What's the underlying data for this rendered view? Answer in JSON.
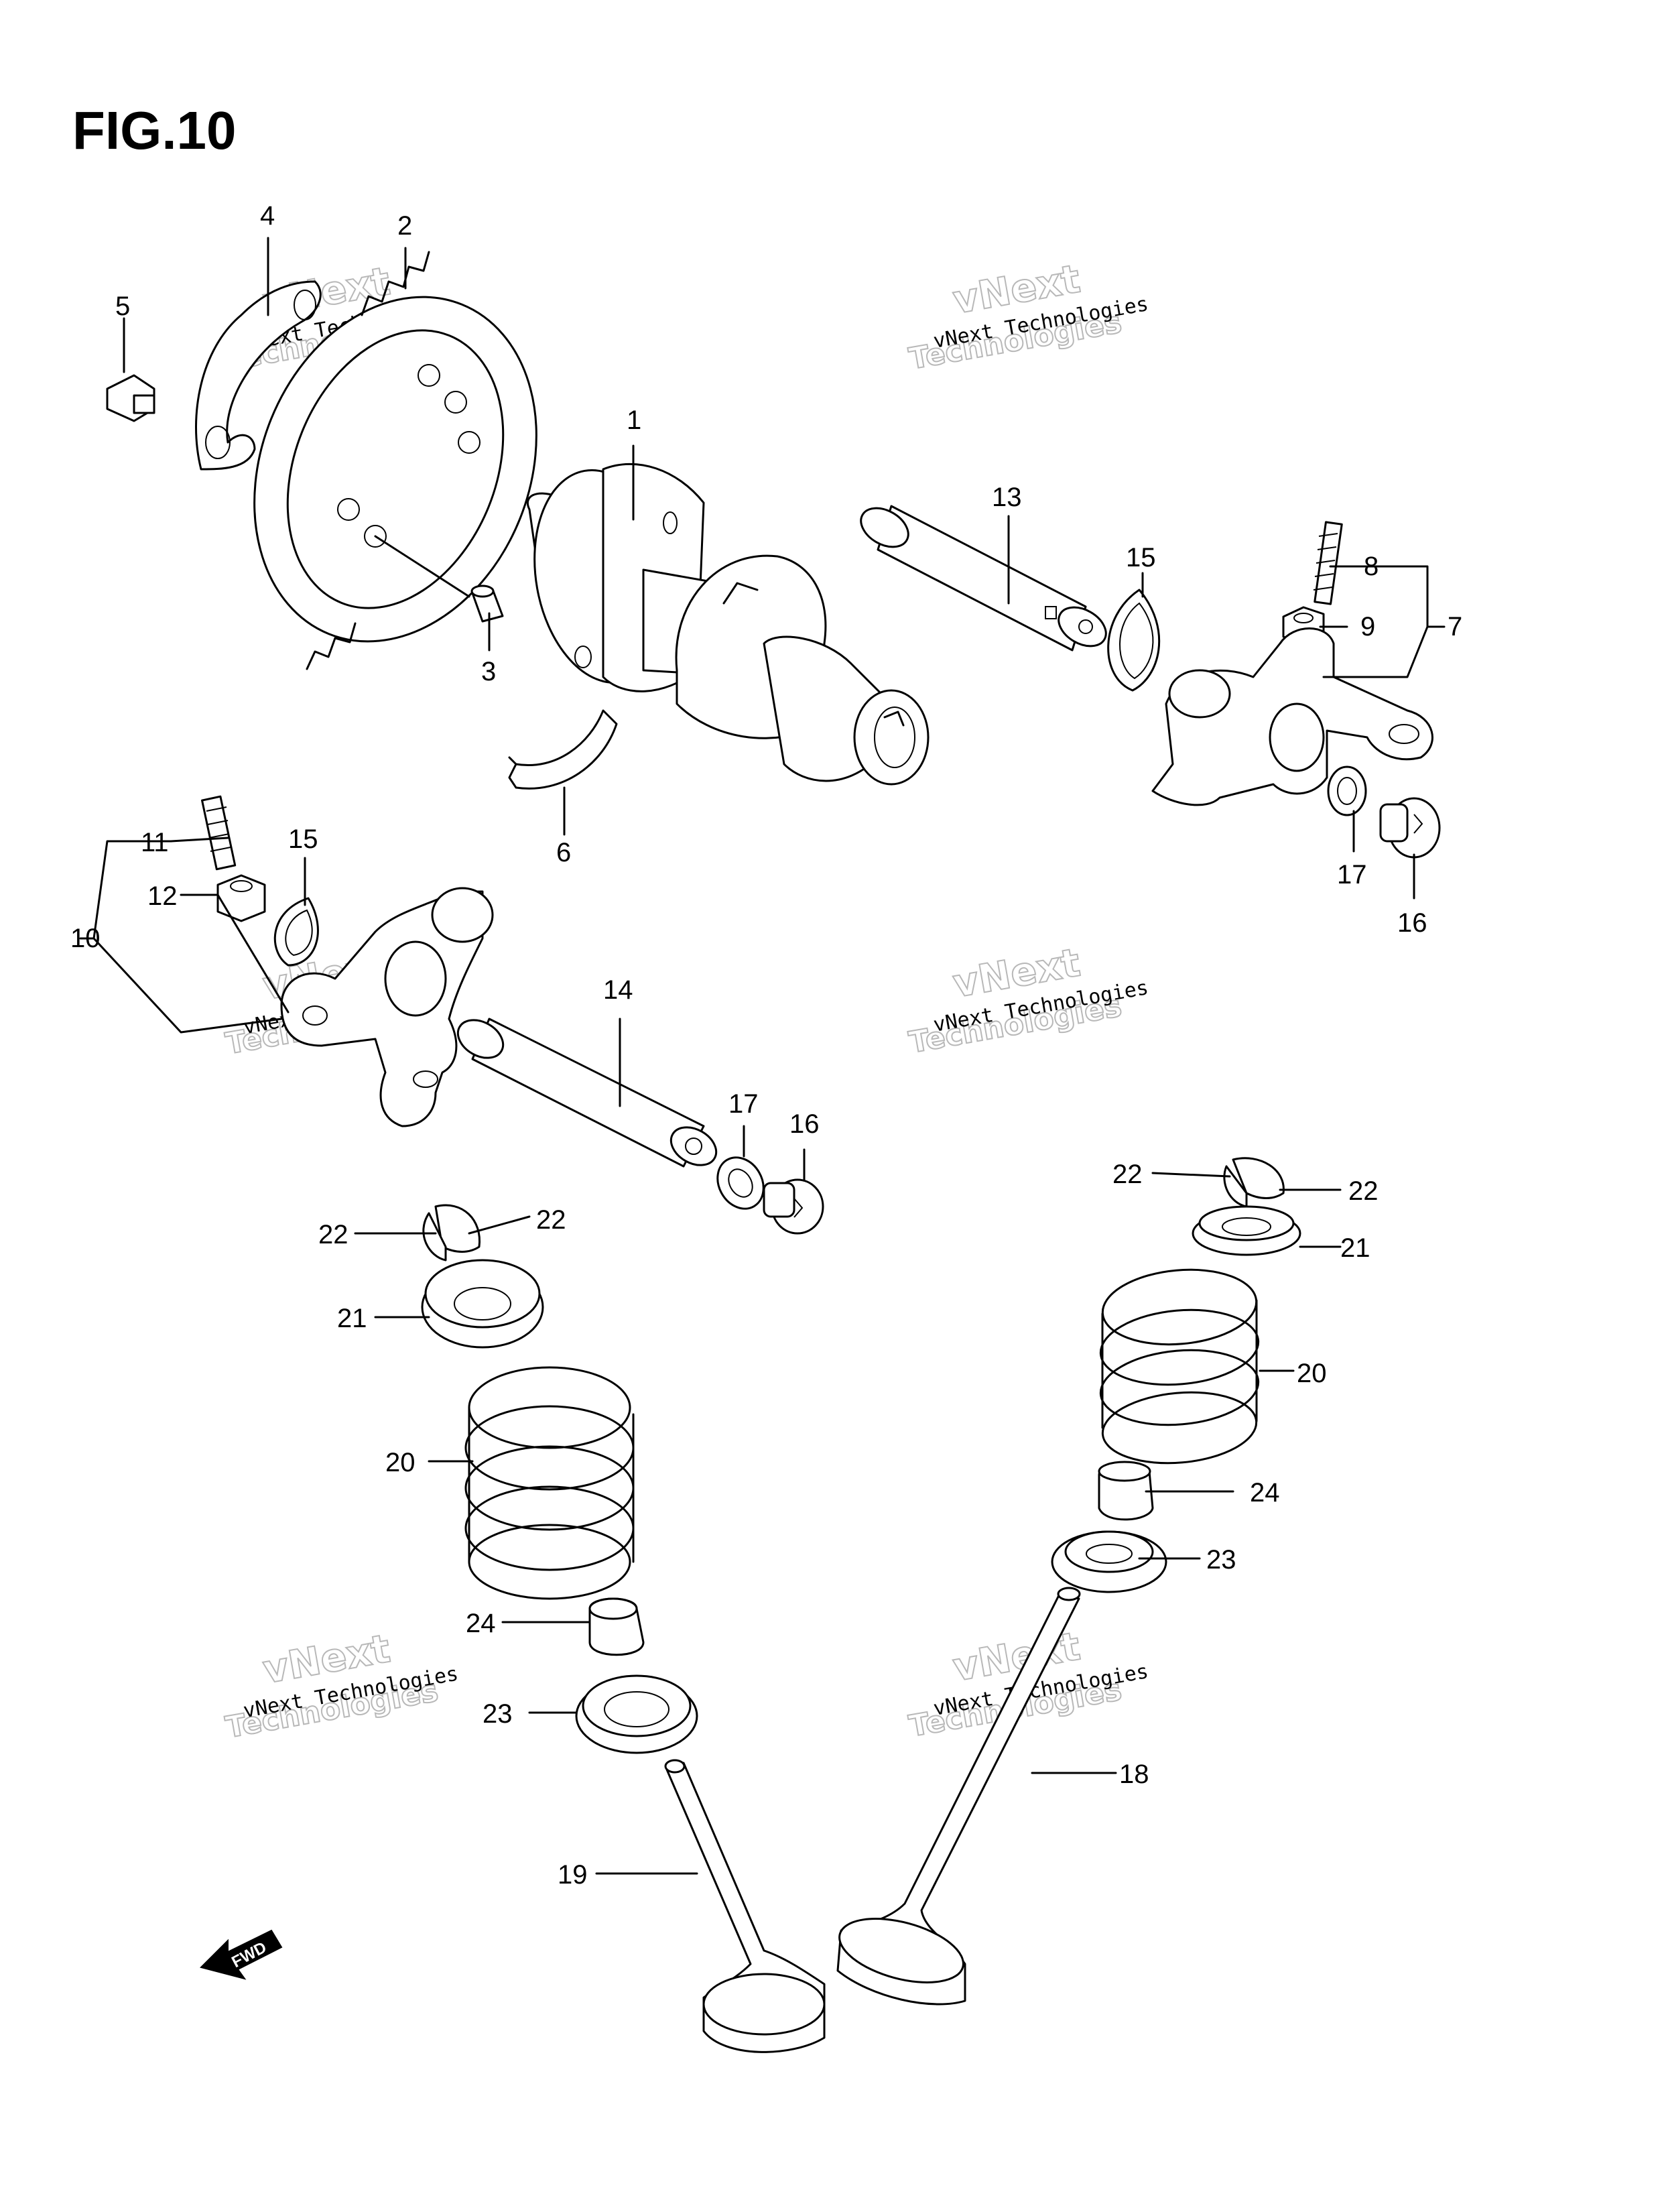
{
  "figure": {
    "title": "FIG.10"
  },
  "watermark": {
    "line1": "vNext Technologies",
    "line2": "vNext",
    "line3": "Technologies"
  },
  "fwd_label": "FWD",
  "labels": {
    "l1": "1",
    "l2": "2",
    "l3": "3",
    "l4": "4",
    "l5": "5",
    "l6": "6",
    "l7": "7",
    "l8": "8",
    "l9": "9",
    "l10": "10",
    "l11": "11",
    "l12": "12",
    "l13": "13",
    "l14": "14",
    "l15a": "15",
    "l15b": "15",
    "l16a": "16",
    "l16b": "16",
    "l17a": "17",
    "l17b": "17",
    "l18": "18",
    "l19": "19",
    "l20a": "20",
    "l20b": "20",
    "l21a": "21",
    "l21b": "21",
    "l22a": "22",
    "l22b": "22",
    "l22c": "22",
    "l22d": "22",
    "l23a": "23",
    "l23b": "23",
    "l24a": "24",
    "l24b": "24"
  }
}
